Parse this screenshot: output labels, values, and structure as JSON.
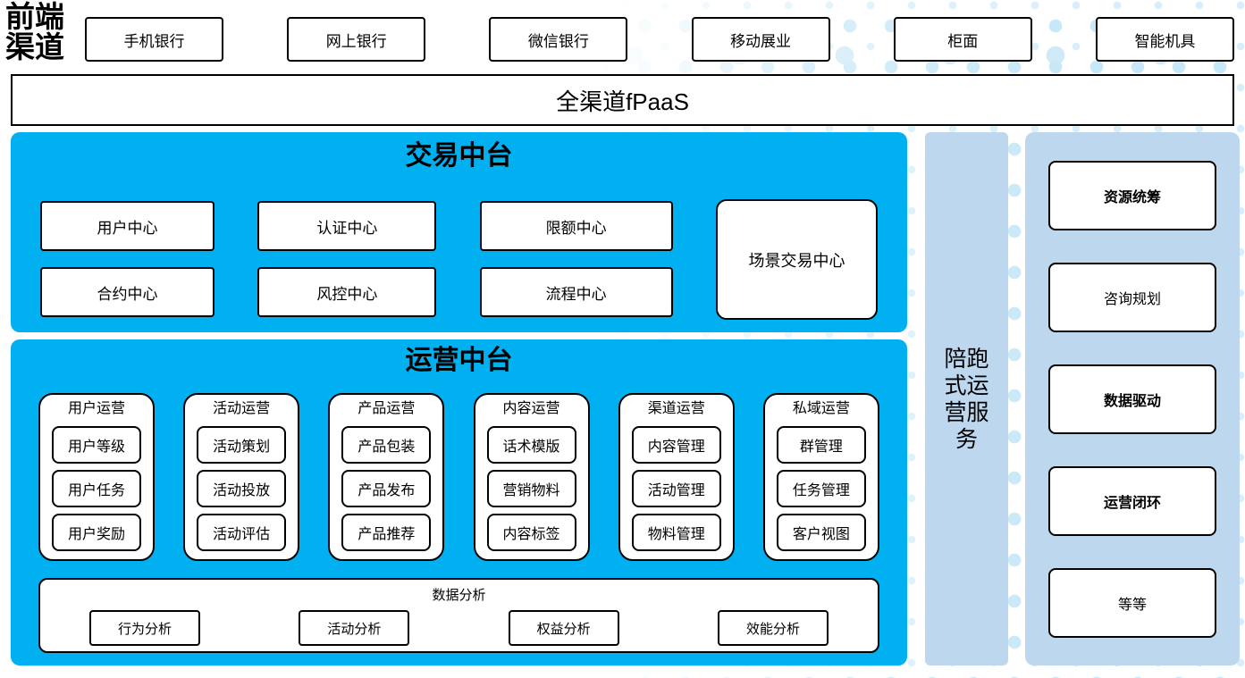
{
  "colors": {
    "accent_blue": "#00B0F0",
    "panel_light_blue": "#BDD7EE",
    "dot_blue": "#C7E8F8",
    "box_border": "#000000",
    "box_fill": "#FFFFFF"
  },
  "front_channels": {
    "label": "前端渠道",
    "items": [
      "手机银行",
      "网上银行",
      "微信银行",
      "移动展业",
      "柜面",
      "智能机具"
    ]
  },
  "fpaas_bar": {
    "label": "全渠道fPaaS"
  },
  "trading_platform": {
    "title": "交易中台",
    "row1": [
      "用户中心",
      "认证中心",
      "限额中心"
    ],
    "row2": [
      "合约中心",
      "风控中心",
      "流程中心"
    ],
    "tall_box": "场景交易中心"
  },
  "operations_platform": {
    "title": "运营中台",
    "columns": [
      {
        "title": "用户运营",
        "items": [
          "用户等级",
          "用户任务",
          "用户奖励"
        ]
      },
      {
        "title": "活动运营",
        "items": [
          "活动策划",
          "活动投放",
          "活动评估"
        ]
      },
      {
        "title": "产品运营",
        "items": [
          "产品包装",
          "产品发布",
          "产品推荐"
        ]
      },
      {
        "title": "内容运营",
        "items": [
          "话术模版",
          "营销物料",
          "内容标签"
        ]
      },
      {
        "title": "渠道运营",
        "items": [
          "内容管理",
          "活动管理",
          "物料管理"
        ]
      },
      {
        "title": "私域运营",
        "items": [
          "群管理",
          "任务管理",
          "客户视图"
        ]
      }
    ],
    "data_analysis": {
      "title": "数据分析",
      "items": [
        "行为分析",
        "活动分析",
        "权益分析",
        "效能分析"
      ]
    }
  },
  "side_strip": {
    "label": "陪跑式运营服务"
  },
  "services_panel": {
    "items": [
      {
        "label": "资源统筹",
        "bold": true
      },
      {
        "label": "咨询规划",
        "bold": false
      },
      {
        "label": "数据驱动",
        "bold": true
      },
      {
        "label": "运营闭环",
        "bold": true
      },
      {
        "label": "等等",
        "bold": false
      }
    ]
  }
}
